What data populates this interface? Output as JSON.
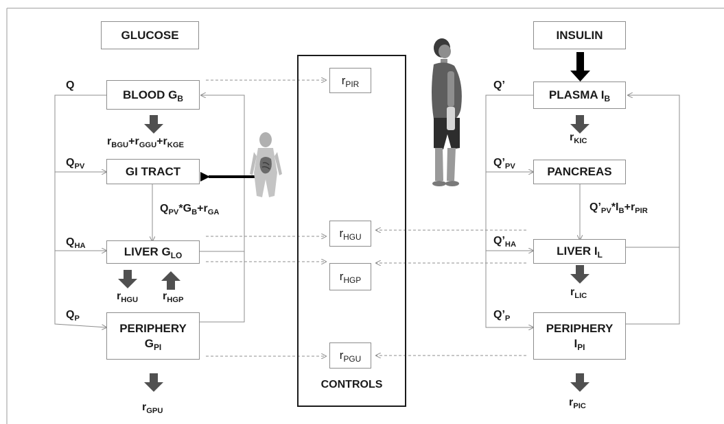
{
  "glucose": {
    "header": "GLUCOSE",
    "blood": {
      "main": "BLOOD G",
      "sub": "B"
    },
    "gi_tract": "GI TRACT",
    "liver": {
      "main": "LIVER G",
      "sub": "LO"
    },
    "periphery": {
      "line1": "PERIPHERY",
      "line2_main": "G",
      "line2_sub": "PI"
    },
    "flows": {
      "q": "Q",
      "q_pv": {
        "main": "Q",
        "sub": "PV"
      },
      "q_ha": {
        "main": "Q",
        "sub": "HA"
      },
      "q_p": {
        "main": "Q",
        "sub": "P"
      }
    },
    "rates": {
      "blood_out": {
        "r1": "r",
        "s1": "BGU",
        "r2": "+r",
        "s2": "GGU",
        "r3": "+r",
        "s3": "KGE"
      },
      "gi_to_liver": {
        "q": "Q",
        "qs": "PV",
        "mid": "*G",
        "ms": "B",
        "r": "+r",
        "rs": "GA"
      },
      "hgu": {
        "main": "r",
        "sub": "HGU"
      },
      "hgp": {
        "main": "r",
        "sub": "HGP"
      },
      "gpu": {
        "main": "r",
        "sub": "GPU"
      }
    }
  },
  "controls": {
    "label": "CONTROLS",
    "pir": {
      "main": "r",
      "sub": "PIR"
    },
    "hgu": {
      "main": "r",
      "sub": "HGU"
    },
    "hgp": {
      "main": "r",
      "sub": "HGP"
    },
    "pgu": {
      "main": "r",
      "sub": "PGU"
    }
  },
  "insulin": {
    "header": "INSULIN",
    "plasma": {
      "main": "PLASMA I",
      "sub": "B"
    },
    "pancreas": "PANCREAS",
    "liver": {
      "main": "LIVER I",
      "sub": "L"
    },
    "periphery": {
      "line1": "PERIPHERY",
      "line2_main": "I",
      "line2_sub": "PI"
    },
    "flows": {
      "q": "Q’",
      "q_pv": {
        "main": "Q’",
        "sub": "PV"
      },
      "q_ha": {
        "main": "Q’",
        "sub": "HA"
      },
      "q_p": {
        "main": "Q’",
        "sub": "P"
      }
    },
    "rates": {
      "kic": {
        "main": "r",
        "sub": "KIC"
      },
      "pancreas_to_liver": {
        "q": "Q’",
        "qs": "PV",
        "mid": "*I",
        "ms": "B",
        "r": "+r",
        "rs": "PIR"
      },
      "lic": {
        "main": "r",
        "sub": "LIC"
      },
      "pic": {
        "main": "r",
        "sub": "PIC"
      }
    }
  },
  "colors": {
    "line": "#8c8c8c",
    "dashed": "#8c8c8c",
    "arrow_fill": "#505050",
    "strong": "#000000"
  }
}
